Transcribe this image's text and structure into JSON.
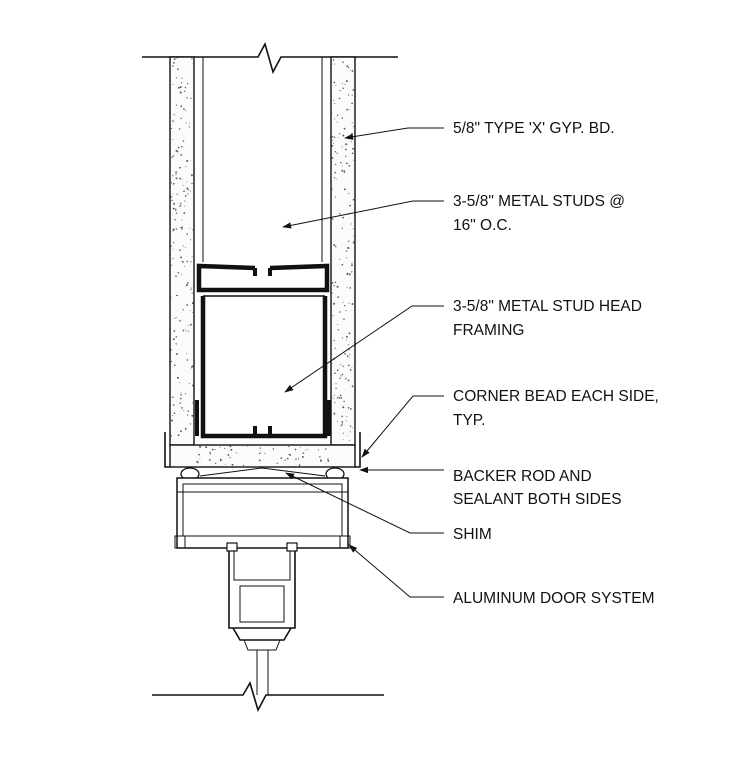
{
  "labels": {
    "gyp": "5/8\" TYPE 'X' GYP. BD.",
    "studs_1": "3-5/8\" METAL STUDS @",
    "studs_2": "16\" O.C.",
    "head_1": "3-5/8\" METAL STUD HEAD",
    "head_2": "FRAMING",
    "bead_1": "CORNER BEAD EACH SIDE,",
    "bead_2": "TYP.",
    "backer_1": "BACKER ROD AND",
    "backer_2": "SEALANT BOTH SIDES",
    "shim": "SHIM",
    "door": "ALUMINUM DOOR SYSTEM"
  }
}
